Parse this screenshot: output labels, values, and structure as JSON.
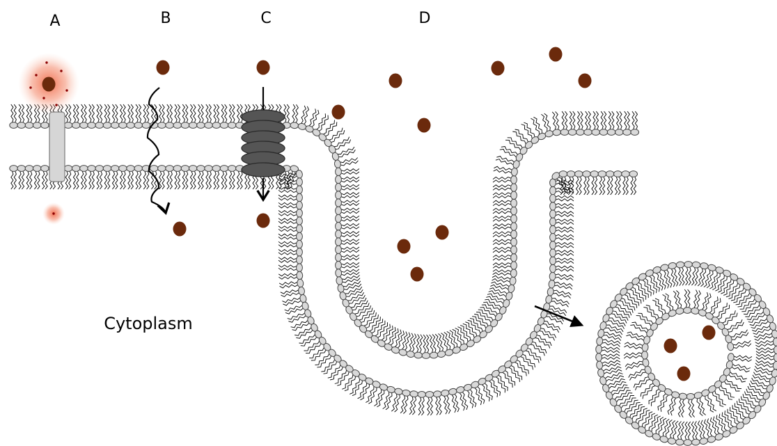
{
  "labels": {
    "a": "A",
    "b": "B",
    "c": "C",
    "d": "D",
    "cytoplasm": "Cytoplasm"
  },
  "colors": {
    "molecule": "#6b2a0c",
    "head_fill": "#d9d9d9",
    "head_stroke": "#404040",
    "tail": "#000000",
    "channel_fill": "#555555",
    "channel_stroke": "#2a2a2a",
    "receptor_fill": "#d6d6d6",
    "receptor_stroke": "#7a7a7a",
    "glow": "#f08060",
    "glow_dot": "#8b0000",
    "arrow": "#000000"
  }
}
